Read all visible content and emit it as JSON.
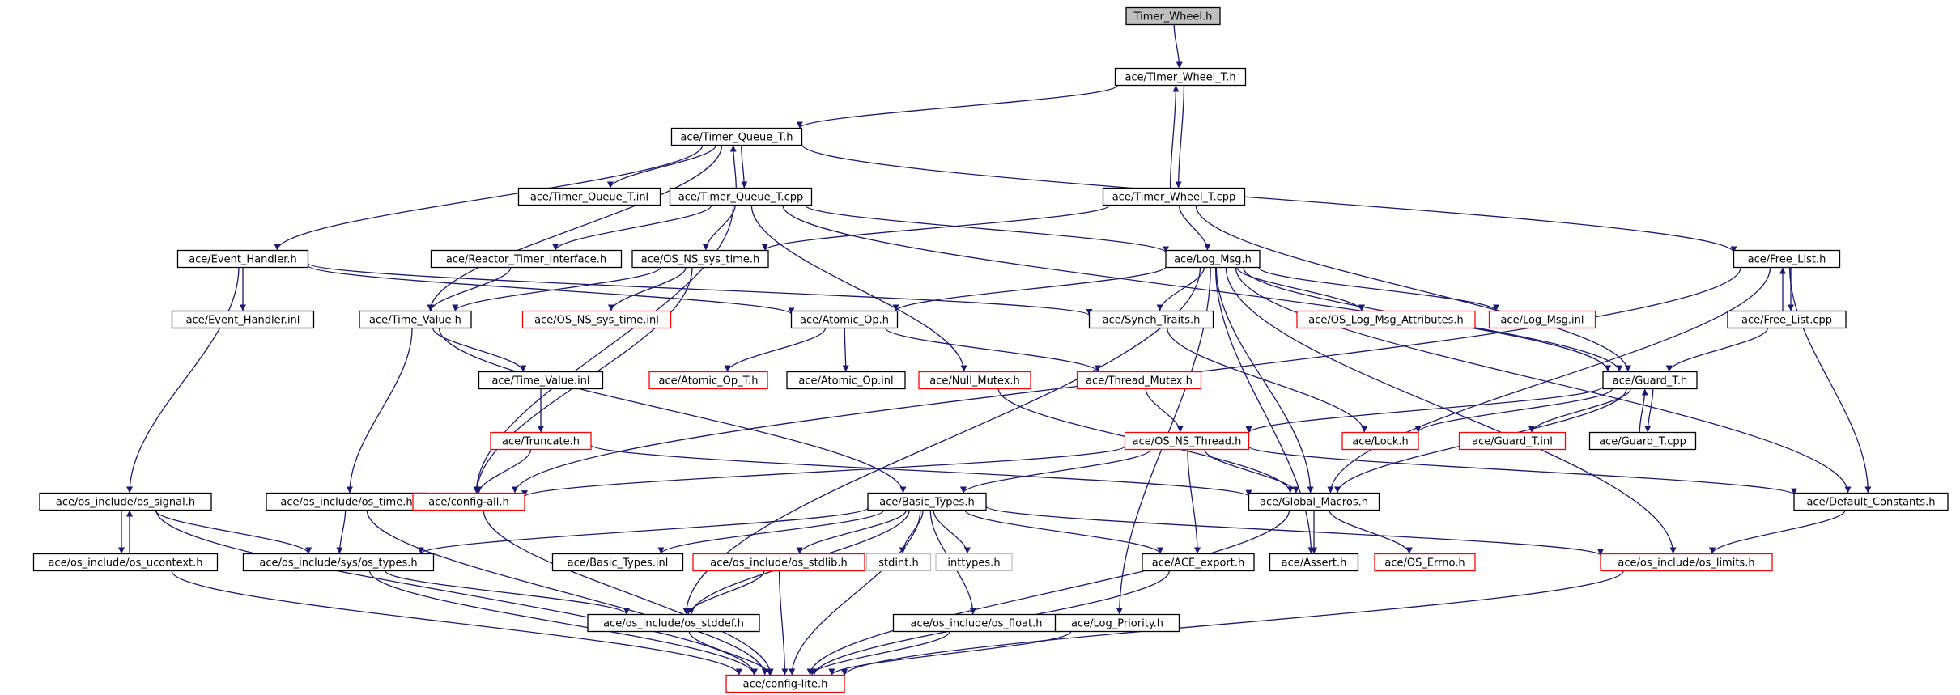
{
  "graph": {
    "colors": {
      "edge": "#191970",
      "normal": "#000000",
      "missing": "#ff0000",
      "external": "#bfbfbf",
      "root_fill": "#bfbfbf",
      "fill": "#ffffff"
    },
    "nodes": [
      {
        "id": "root",
        "label": "Timer_Wheel.h",
        "kind": "root"
      },
      {
        "id": "twt_h",
        "label": "ace/Timer_Wheel_T.h",
        "kind": "normal"
      },
      {
        "id": "tqt_h",
        "label": "ace/Timer_Queue_T.h",
        "kind": "normal"
      },
      {
        "id": "tqt_inl",
        "label": "ace/Timer_Queue_T.inl",
        "kind": "normal"
      },
      {
        "id": "tqt_cpp",
        "label": "ace/Timer_Queue_T.cpp",
        "kind": "normal"
      },
      {
        "id": "twt_cpp",
        "label": "ace/Timer_Wheel_T.cpp",
        "kind": "normal"
      },
      {
        "id": "eh_h",
        "label": "ace/Event_Handler.h",
        "kind": "normal"
      },
      {
        "id": "rti_h",
        "label": "ace/Reactor_Timer_Interface.h",
        "kind": "normal"
      },
      {
        "id": "osst_h",
        "label": "ace/OS_NS_sys_time.h",
        "kind": "normal"
      },
      {
        "id": "logmsg_h",
        "label": "ace/Log_Msg.h",
        "kind": "normal"
      },
      {
        "id": "freelist_h",
        "label": "ace/Free_List.h",
        "kind": "normal"
      },
      {
        "id": "eh_inl",
        "label": "ace/Event_Handler.inl",
        "kind": "normal"
      },
      {
        "id": "tv_h",
        "label": "ace/Time_Value.h",
        "kind": "normal"
      },
      {
        "id": "osst_inl",
        "label": "ace/OS_NS_sys_time.inl",
        "kind": "missing"
      },
      {
        "id": "atomic_h",
        "label": "ace/Atomic_Op.h",
        "kind": "normal"
      },
      {
        "id": "synch_h",
        "label": "ace/Synch_Traits.h",
        "kind": "normal"
      },
      {
        "id": "oslma_h",
        "label": "ace/OS_Log_Msg_Attributes.h",
        "kind": "missing"
      },
      {
        "id": "logmsg_inl",
        "label": "ace/Log_Msg.inl",
        "kind": "missing"
      },
      {
        "id": "freelist_cpp",
        "label": "ace/Free_List.cpp",
        "kind": "normal"
      },
      {
        "id": "tv_inl",
        "label": "ace/Time_Value.inl",
        "kind": "normal"
      },
      {
        "id": "atomict_h",
        "label": "ace/Atomic_Op_T.h",
        "kind": "missing"
      },
      {
        "id": "atomic_inl",
        "label": "ace/Atomic_Op.inl",
        "kind": "normal"
      },
      {
        "id": "nullmutex_h",
        "label": "ace/Null_Mutex.h",
        "kind": "missing"
      },
      {
        "id": "threadmutex_h",
        "label": "ace/Thread_Mutex.h",
        "kind": "missing"
      },
      {
        "id": "guardt_h",
        "label": "ace/Guard_T.h",
        "kind": "normal"
      },
      {
        "id": "truncate_h",
        "label": "ace/Truncate.h",
        "kind": "missing"
      },
      {
        "id": "osthread_h",
        "label": "ace/OS_NS_Thread.h",
        "kind": "missing"
      },
      {
        "id": "lock_h",
        "label": "ace/Lock.h",
        "kind": "missing"
      },
      {
        "id": "guardt_inl",
        "label": "ace/Guard_T.inl",
        "kind": "missing"
      },
      {
        "id": "guardt_cpp",
        "label": "ace/Guard_T.cpp",
        "kind": "normal"
      },
      {
        "id": "ossignal_h",
        "label": "ace/os_include/os_signal.h",
        "kind": "normal"
      },
      {
        "id": "ostime_h",
        "label": "ace/os_include/os_time.h",
        "kind": "normal"
      },
      {
        "id": "configall_h",
        "label": "ace/config-all.h",
        "kind": "missing"
      },
      {
        "id": "basictypes_h",
        "label": "ace/Basic_Types.h",
        "kind": "normal"
      },
      {
        "id": "globalmacros_h",
        "label": "ace/Global_Macros.h",
        "kind": "normal"
      },
      {
        "id": "defconst_h",
        "label": "ace/Default_Constants.h",
        "kind": "normal"
      },
      {
        "id": "osucontext_h",
        "label": "ace/os_include/os_ucontext.h",
        "kind": "normal"
      },
      {
        "id": "systypes_h",
        "label": "ace/os_include/sys/os_types.h",
        "kind": "normal"
      },
      {
        "id": "basictypes_inl",
        "label": "ace/Basic_Types.inl",
        "kind": "normal"
      },
      {
        "id": "osstdlib_h",
        "label": "ace/os_include/os_stdlib.h",
        "kind": "missing"
      },
      {
        "id": "stdint_h",
        "label": "stdint.h",
        "kind": "external"
      },
      {
        "id": "inttypes_h",
        "label": "inttypes.h",
        "kind": "external"
      },
      {
        "id": "aceexport_h",
        "label": "ace/ACE_export.h",
        "kind": "normal"
      },
      {
        "id": "assert_h",
        "label": "ace/Assert.h",
        "kind": "normal"
      },
      {
        "id": "oserrno_h",
        "label": "ace/OS_Errno.h",
        "kind": "missing"
      },
      {
        "id": "oslimits_h",
        "label": "ace/os_include/os_limits.h",
        "kind": "missing"
      },
      {
        "id": "osstddef_h",
        "label": "ace/os_include/os_stddef.h",
        "kind": "normal"
      },
      {
        "id": "osfloat_h",
        "label": "ace/os_include/os_float.h",
        "kind": "normal"
      },
      {
        "id": "logprio_h",
        "label": "ace/Log_Priority.h",
        "kind": "normal"
      },
      {
        "id": "configlite_h",
        "label": "ace/config-lite.h",
        "kind": "missing"
      }
    ],
    "edges": [
      [
        "root",
        "twt_h"
      ],
      [
        "twt_h",
        "tqt_h"
      ],
      [
        "twt_h",
        "twt_cpp"
      ],
      [
        "twt_cpp",
        "twt_h"
      ],
      [
        "tqt_h",
        "tqt_inl"
      ],
      [
        "tqt_h",
        "tqt_cpp"
      ],
      [
        "tqt_cpp",
        "tqt_h"
      ],
      [
        "tqt_h",
        "eh_h"
      ],
      [
        "tqt_h",
        "tv_h"
      ],
      [
        "tqt_h",
        "freelist_h"
      ],
      [
        "tqt_cpp",
        "rti_h"
      ],
      [
        "tqt_cpp",
        "osst_h"
      ],
      [
        "tqt_cpp",
        "logmsg_h"
      ],
      [
        "tqt_cpp",
        "nullmutex_h"
      ],
      [
        "tqt_cpp",
        "guardt_h"
      ],
      [
        "tqt_cpp",
        "configall_h"
      ],
      [
        "twt_cpp",
        "osst_h"
      ],
      [
        "twt_cpp",
        "logmsg_h"
      ],
      [
        "twt_cpp",
        "guardt_h"
      ],
      [
        "eh_h",
        "eh_inl"
      ],
      [
        "eh_h",
        "atomic_h"
      ],
      [
        "eh_h",
        "synch_h"
      ],
      [
        "eh_h",
        "ossignal_h"
      ],
      [
        "rti_h",
        "tv_h"
      ],
      [
        "osst_h",
        "osst_inl"
      ],
      [
        "osst_h",
        "tv_h"
      ],
      [
        "osst_h",
        "configall_h"
      ],
      [
        "logmsg_h",
        "atomic_h"
      ],
      [
        "logmsg_h",
        "synch_h"
      ],
      [
        "logmsg_h",
        "oslma_h"
      ],
      [
        "logmsg_h",
        "logmsg_inl"
      ],
      [
        "logmsg_h",
        "guardt_h"
      ],
      [
        "logmsg_h",
        "globalmacros_h"
      ],
      [
        "logmsg_h",
        "defconst_h"
      ],
      [
        "logmsg_h",
        "oslimits_h"
      ],
      [
        "logmsg_h",
        "logprio_h"
      ],
      [
        "logmsg_h",
        "assert_h"
      ],
      [
        "logmsg_h",
        "osstddef_h"
      ],
      [
        "freelist_h",
        "freelist_cpp"
      ],
      [
        "freelist_cpp",
        "freelist_h"
      ],
      [
        "freelist_h",
        "defconst_h"
      ],
      [
        "freelist_h",
        "globalmacros_h"
      ],
      [
        "freelist_h",
        "configall_h"
      ],
      [
        "freelist_cpp",
        "guardt_h"
      ],
      [
        "tv_h",
        "tv_inl"
      ],
      [
        "tv_h",
        "ostime_h"
      ],
      [
        "tv_h",
        "basictypes_h"
      ],
      [
        "tv_inl",
        "truncate_h"
      ],
      [
        "atomic_h",
        "atomict_h"
      ],
      [
        "atomic_h",
        "atomic_inl"
      ],
      [
        "atomic_h",
        "threadmutex_h"
      ],
      [
        "synch_h",
        "lock_h"
      ],
      [
        "nullmutex_h",
        "globalmacros_h"
      ],
      [
        "threadmutex_h",
        "osthread_h"
      ],
      [
        "guardt_h",
        "lock_h"
      ],
      [
        "guardt_h",
        "guardt_inl"
      ],
      [
        "guardt_h",
        "guardt_cpp"
      ],
      [
        "guardt_cpp",
        "guardt_h"
      ],
      [
        "guardt_h",
        "osthread_h"
      ],
      [
        "guardt_h",
        "globalmacros_h"
      ],
      [
        "truncate_h",
        "configall_h"
      ],
      [
        "truncate_h",
        "globalmacros_h"
      ],
      [
        "osthread_h",
        "configall_h"
      ],
      [
        "osthread_h",
        "basictypes_h"
      ],
      [
        "osthread_h",
        "globalmacros_h"
      ],
      [
        "osthread_h",
        "aceexport_h"
      ],
      [
        "osthread_h",
        "defconst_h"
      ],
      [
        "ossignal_h",
        "osucontext_h"
      ],
      [
        "osucontext_h",
        "ossignal_h"
      ],
      [
        "ossignal_h",
        "systypes_h"
      ],
      [
        "ossignal_h",
        "configlite_h"
      ],
      [
        "osucontext_h",
        "configlite_h"
      ],
      [
        "ostime_h",
        "systypes_h"
      ],
      [
        "ostime_h",
        "configlite_h"
      ],
      [
        "configall_h",
        "configlite_h"
      ],
      [
        "basictypes_h",
        "systypes_h"
      ],
      [
        "basictypes_h",
        "basictypes_inl"
      ],
      [
        "basictypes_h",
        "osstdlib_h"
      ],
      [
        "basictypes_h",
        "stdint_h"
      ],
      [
        "basictypes_h",
        "inttypes_h"
      ],
      [
        "basictypes_h",
        "aceexport_h"
      ],
      [
        "basictypes_h",
        "oslimits_h"
      ],
      [
        "basictypes_h",
        "osstddef_h"
      ],
      [
        "basictypes_h",
        "osfloat_h"
      ],
      [
        "basictypes_h",
        "configlite_h"
      ],
      [
        "globalmacros_h",
        "assert_h"
      ],
      [
        "globalmacros_h",
        "oserrno_h"
      ],
      [
        "globalmacros_h",
        "configlite_h"
      ],
      [
        "defconst_h",
        "oslimits_h"
      ],
      [
        "systypes_h",
        "osstddef_h"
      ],
      [
        "systypes_h",
        "configlite_h"
      ],
      [
        "osstdlib_h",
        "osstddef_h"
      ],
      [
        "osstdlib_h",
        "configlite_h"
      ],
      [
        "aceexport_h",
        "configlite_h"
      ],
      [
        "oslimits_h",
        "configlite_h"
      ],
      [
        "osstddef_h",
        "configlite_h"
      ],
      [
        "osfloat_h",
        "configlite_h"
      ],
      [
        "logprio_h",
        "configlite_h"
      ]
    ]
  }
}
